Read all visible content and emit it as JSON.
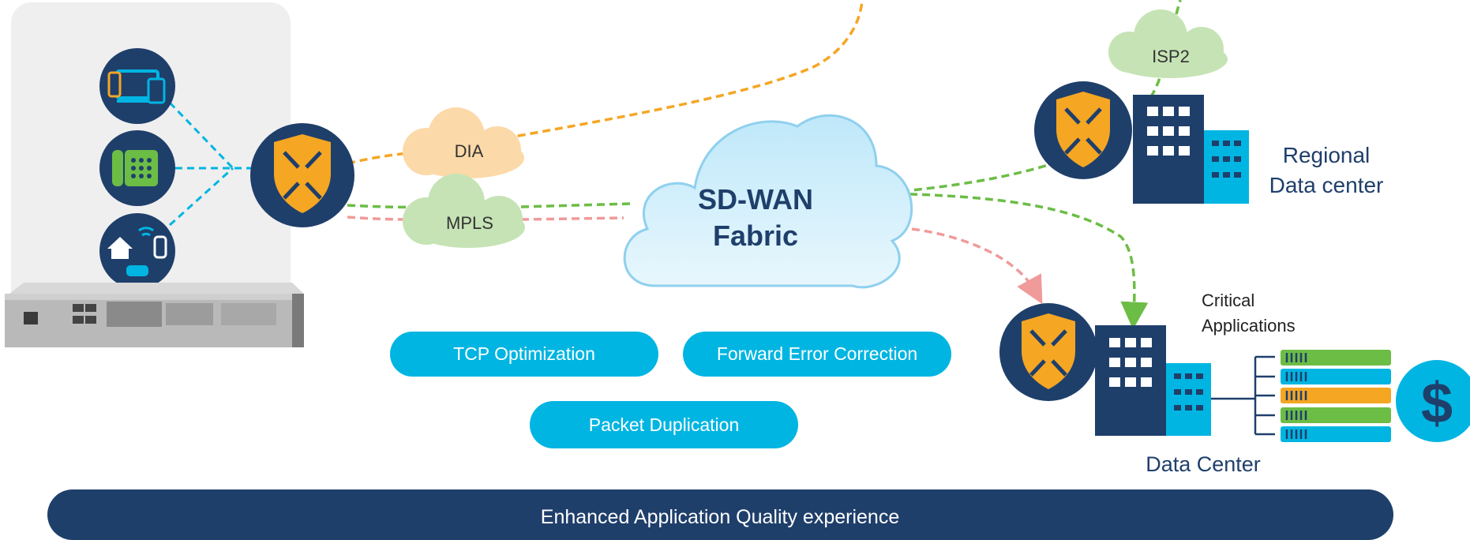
{
  "clouds": {
    "dia": "DIA",
    "mpls": "MPLS",
    "isp2": "ISP2",
    "fabric_line1": "SD-WAN",
    "fabric_line2": "Fabric"
  },
  "sites": {
    "regional_line1": "Regional",
    "regional_line2": "Data center",
    "data_center": "Data Center",
    "critical_line1": "Critical",
    "critical_line2": "Applications"
  },
  "features": {
    "tcp": "TCP Optimization",
    "fec": "Forward Error Correction",
    "dup": "Packet Duplication"
  },
  "banner": "Enhanced Application Quality experience",
  "colors": {
    "navy": "#1f3f6b",
    "cyan": "#00b5e2",
    "orange": "#f5a623",
    "green": "#6cbd45",
    "pink": "#f09a9a",
    "dia_cloud": "#fcd9a8",
    "mpls_cloud": "#c6e3b5",
    "panel": "#efefef"
  },
  "icons": [
    "laptop-phone-icon",
    "desk-phone-icon",
    "smart-home-icon",
    "security-shield-icon",
    "building-icon",
    "server-rack-icon",
    "dollar-icon",
    "router-appliance-icon"
  ]
}
